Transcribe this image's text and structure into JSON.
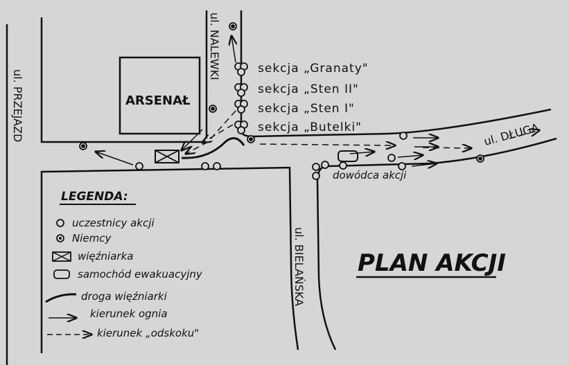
{
  "title": "PLAN AKCJI",
  "buildings": {
    "arsenal": "ARSENAŁ"
  },
  "streets": {
    "przejazd": "ul. PRZEJAZD",
    "nalewki": "ul. NALEWKI",
    "dluga": "ul. DŁUGA",
    "bielanska": "ul. BIELAŃSKA"
  },
  "sections": [
    "sekcja „Granaty\"",
    "sekcja „Sten II\"",
    "sekcja „Sten I\"",
    "sekcja „Butelki\""
  ],
  "commander_label": "dowódca akcji",
  "legend": {
    "title": "LEGENDA:",
    "items": [
      {
        "symbol": "participant-circle",
        "label": "uczestnicy akcji"
      },
      {
        "symbol": "german-marker",
        "label": "Niemcy"
      },
      {
        "symbol": "prison-van",
        "label": "więźniarka"
      },
      {
        "symbol": "evacuation-car",
        "label": "samochód ewakuacyjny"
      },
      {
        "symbol": "thick-curve",
        "label": "droga więźniarki"
      },
      {
        "symbol": "solid-arrow",
        "label": "kierunek ognia"
      },
      {
        "symbol": "dashed-arrow",
        "label": "kierunek „odskoku\""
      }
    ]
  },
  "colors": {
    "paper": "#d6d6d6",
    "ink": "#111111"
  }
}
